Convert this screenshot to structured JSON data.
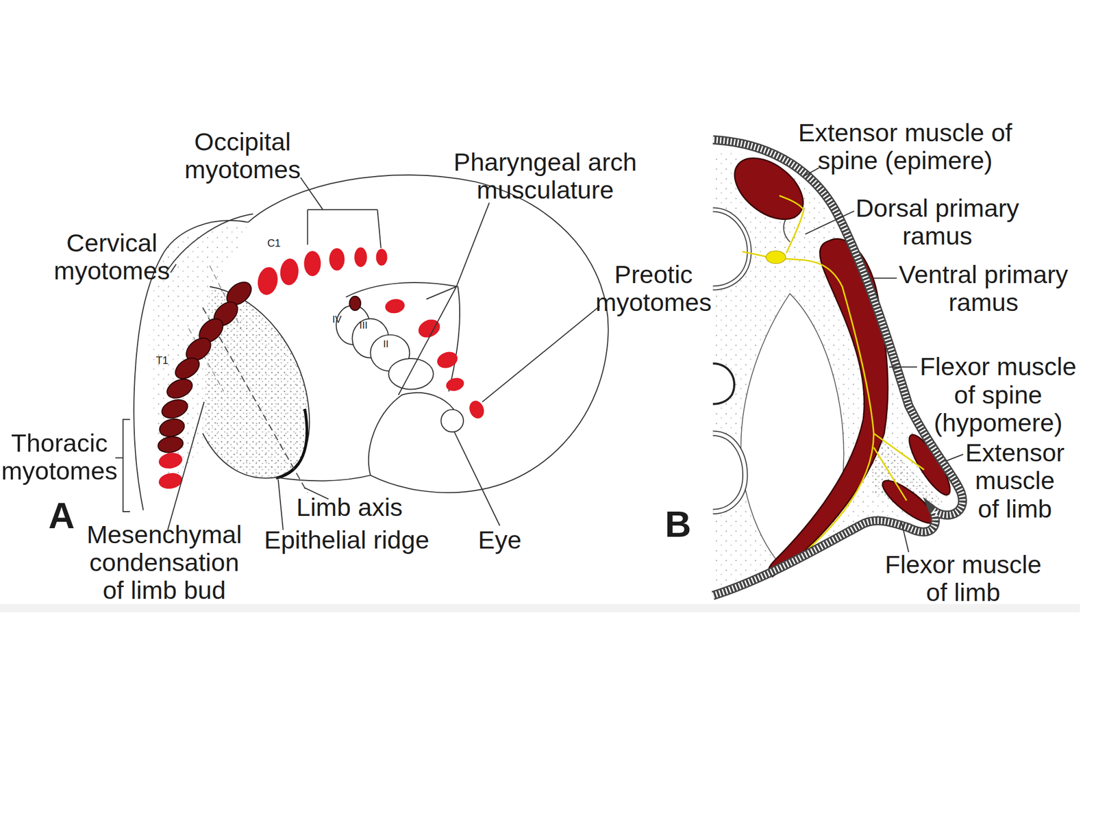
{
  "diagram": {
    "labels": [
      "Occipital myotomes",
      "Cervical myotomes",
      "Pharyngeal arch musculature",
      "Preotic myotomes",
      "Thoracic myotomes",
      "A",
      "Mesenchymal condensation of limb bud",
      "Limb axis",
      "Epithelial ridge",
      "Eye",
      "C1",
      "T1",
      "IV",
      "III",
      "II",
      "B",
      "Extensor muscle of spine (epimere)",
      "Dorsal primary ramus",
      "Ventral primary ramus",
      "Flexor muscle of spine (hypomere)",
      "Extensor muscle of limb",
      "Flexor muscle of limb"
    ]
  }
}
